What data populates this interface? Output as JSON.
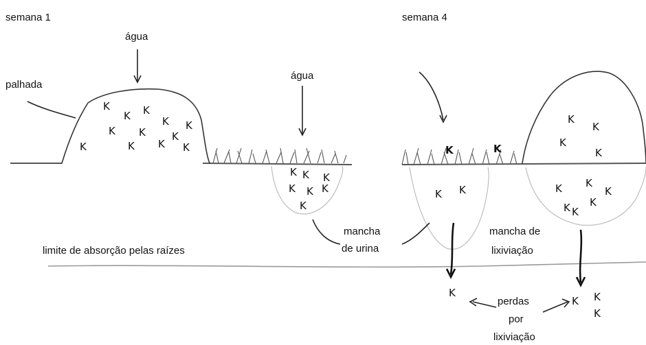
{
  "labels": {
    "week1": "semana 1",
    "week4": "semana 4",
    "water_left": "água",
    "water_mid": "água",
    "straw": "palhada",
    "root_limit": "limite de absorção pelas raízes",
    "urine_patch_1": "mancha",
    "urine_patch_2": "de urina",
    "leach_patch_1": "mancha de",
    "leach_patch_2": "lixiviação",
    "losses_1": "perdas",
    "losses_2": "por",
    "losses_3": "lixiviação"
  },
  "k_symbol": "K",
  "k_markers": {
    "straw_pile_w1": [
      "K",
      "K",
      "K",
      "K",
      "K",
      "K",
      "K",
      "K",
      "K",
      "K",
      "K",
      "K"
    ],
    "urine_w1": [
      "K",
      "K",
      "K",
      "K",
      "K",
      "K",
      "K"
    ],
    "grass_w4": [
      "K",
      "K"
    ],
    "urine_w4": [
      "K",
      "K"
    ],
    "pile_w4_above": [
      "K",
      "K",
      "K",
      "K"
    ],
    "pile_w4_below": [
      "K",
      "K",
      "K",
      "K",
      "K",
      "K"
    ],
    "leached_left": [
      "K"
    ],
    "leached_right": [
      "K",
      "K",
      "K"
    ]
  },
  "colors": {
    "ink": "#333333",
    "outline": "#bdbdbd",
    "background": "#ffffff"
  }
}
